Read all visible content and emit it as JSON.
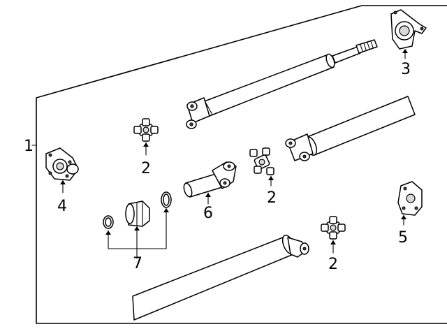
{
  "callouts": {
    "c1": "1",
    "c2a": "2",
    "c2b": "2",
    "c2c": "2",
    "c3": "3",
    "c4": "4",
    "c5": "5",
    "c6": "6",
    "c7": "7"
  },
  "colors": {
    "line": "#000000",
    "background": "#ffffff",
    "shade": "#d8d8d8"
  },
  "icons": {
    "front-shaft": "front-driveshaft-icon",
    "center-bearing": "center-support-bearing-icon",
    "rear-shaft": "rear-driveshaft-icon",
    "u-joint": "universal-joint-icon",
    "flange": "companion-flange-icon",
    "slip-yoke": "slip-yoke-icon",
    "boot-kit": "boot-and-clamp-icon",
    "bracket": "mounting-bracket-icon",
    "lower-shaft": "lower-driveshaft-tube-icon"
  }
}
